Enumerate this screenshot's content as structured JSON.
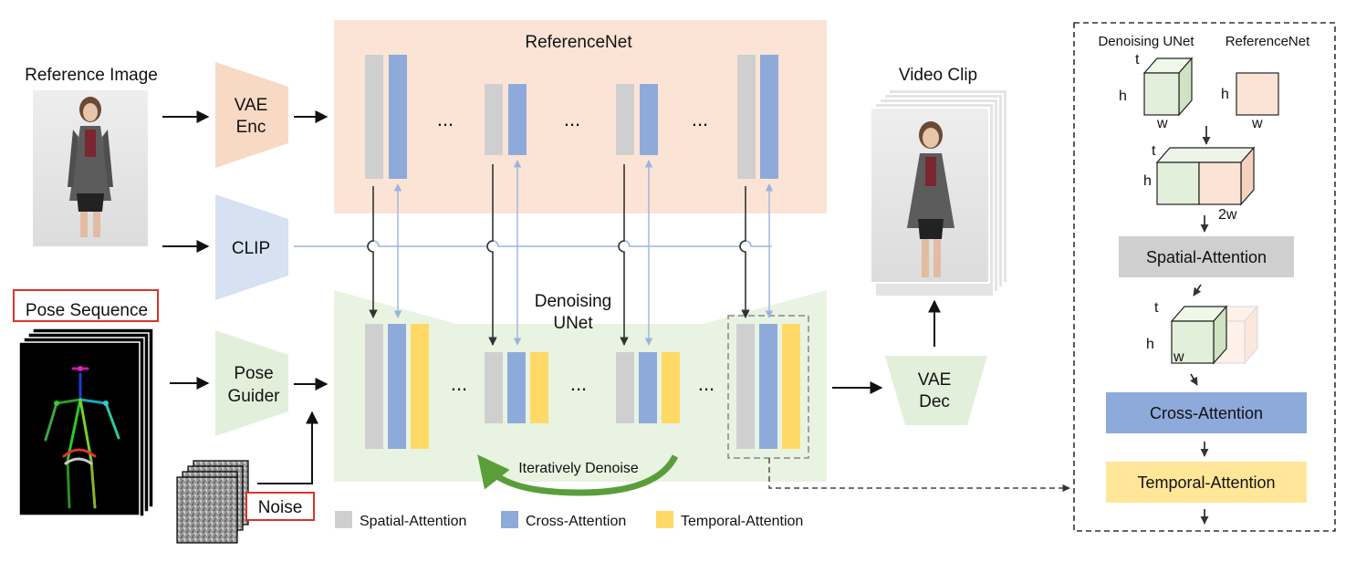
{
  "inputs": {
    "reference_image": "Reference Image",
    "pose_sequence": "Pose Sequence",
    "noise": "Noise"
  },
  "modules": {
    "vae_enc": [
      "VAE",
      "Enc"
    ],
    "clip": "CLIP",
    "pose_guider": [
      "Pose",
      "Guider"
    ],
    "vae_dec": [
      "VAE",
      "Dec"
    ],
    "reference_net": "ReferenceNet",
    "denoising_unet": [
      "Denoising",
      "UNet"
    ]
  },
  "output": {
    "video_clip": "Video Clip"
  },
  "loop": {
    "iteratively_denoise": "Iteratively Denoise"
  },
  "ellipsis": "...",
  "legend": {
    "spatial": "Spatial-Attention",
    "cross": "Cross-Attention",
    "temporal": "Temporal-Attention"
  },
  "detail_panel": {
    "denoising_unet": "Denoising UNet",
    "reference_net": "ReferenceNet",
    "dim_t": "t",
    "dim_h": "h",
    "dim_w": "w",
    "dim_2w": "2w",
    "spatial_attention": "Spatial-Attention",
    "cross_attention": "Cross-Attention",
    "temporal_attention": "Temporal-Attention"
  },
  "colors": {
    "spatial": "#d0cfcf",
    "cross": "#8eaadb",
    "temporal": "#ffd966",
    "ref_bg": "#fbe4d5",
    "unet_bg": "#e8f3e1",
    "vae": "#f8d9c4",
    "clip": "#d6e1f2",
    "guider": "#e2efda",
    "highlight_box": "#d9342b"
  }
}
